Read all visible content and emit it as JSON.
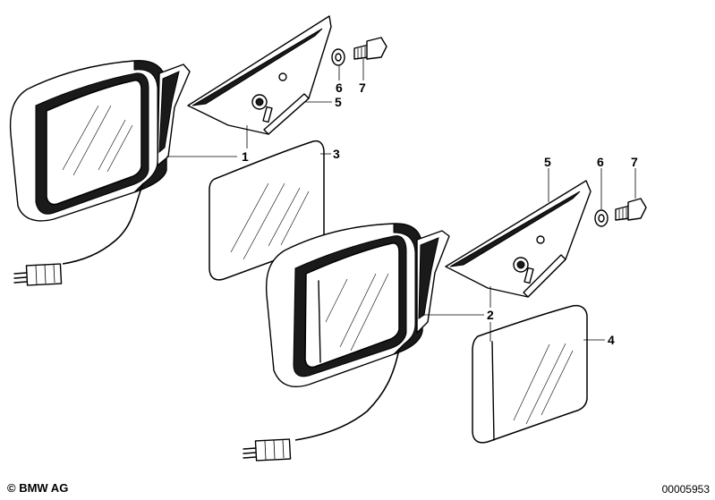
{
  "callouts": {
    "c1": "1",
    "c2": "2",
    "c3": "3",
    "c4": "4",
    "c5_top": "5",
    "c6_top": "6",
    "c7_top": "7",
    "c5_bottom": "5",
    "c6_bottom": "6",
    "c7_bottom": "7"
  },
  "footer": {
    "copyright": "© BMW AG",
    "drawing_number": "00005953"
  }
}
